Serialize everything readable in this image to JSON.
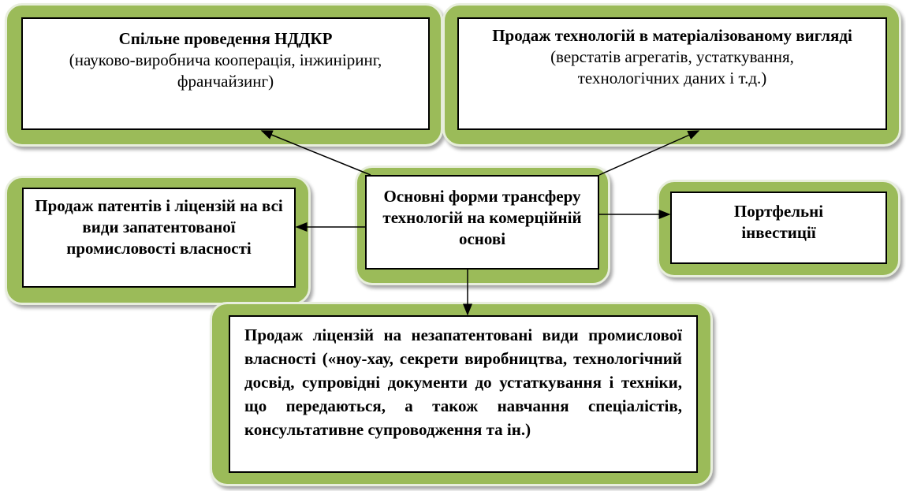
{
  "boxes": {
    "rd": {
      "title": "Спільне проведення НДДКР",
      "subtitle": "(науково-виробнича кооперація, інжиніринг, франчайзинг)"
    },
    "material": {
      "title": "Продаж технологій в матеріалізованому вигляді",
      "subtitle": "(верстатів агрегатів, устаткування, технологічних даних і т.д.)"
    },
    "center": {
      "title": "Основні форми трансферу технологій на комерційній основі"
    },
    "patents": {
      "title": "Продаж патентів і ліцензій на всі види запатентованої промисловості власності"
    },
    "portfolio": {
      "title": "Портфельні інвестиції"
    },
    "knowhow": {
      "title": "Продаж ліцензій на незапатентовані види промислової власності («ноу-хау, секрети виробництва, технологічний досвід, супровідні документи до устаткування і техніки, що передаються, а також навчання спеціалістів, консультативне супроводження та ін.)"
    }
  },
  "colors": {
    "frame": "#9bbb59"
  }
}
